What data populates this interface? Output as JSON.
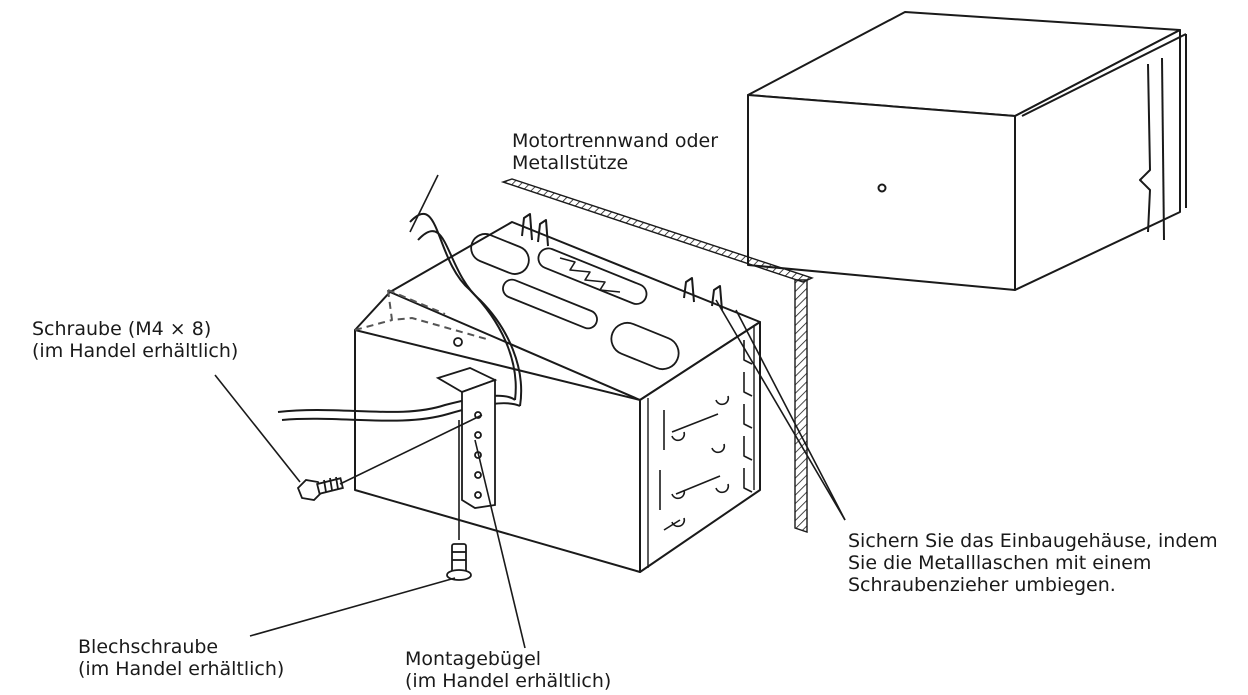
{
  "labels": {
    "partition": [
      "Motortrennwand oder",
      "Metallstütze"
    ],
    "screw": [
      "Schraube (M4 × 8)",
      "(im Handel erhältlich)"
    ],
    "tapping_screw": [
      "Blechschraube",
      "(im Handel erhältlich)"
    ],
    "bracket": [
      "Montagebügel",
      "(im Handel erhältlich)"
    ],
    "secure": [
      "Sichern Sie das Einbaugehäuse, indem",
      "Sie die Metalllaschen mit einem",
      "Schraubenzieher umbiegen."
    ]
  },
  "colors": {
    "line": "#1a1a1a",
    "text": "#1a1a1a",
    "background": "#ffffff",
    "bracket_dashed": "#555555"
  }
}
